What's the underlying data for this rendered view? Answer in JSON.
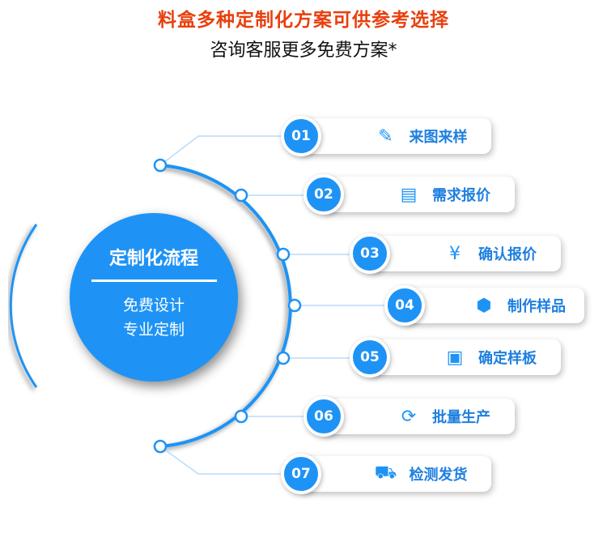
{
  "header": {
    "title": "料盒多种定制化方案可供参考选择",
    "subtitle": "咨询客服更多免费方案*"
  },
  "center": {
    "title": "定制化流程",
    "line1": "免费设计",
    "line2": "专业定制"
  },
  "accent": "#1e93f5",
  "steps": [
    {
      "num": "01",
      "label": "来图来样",
      "icon": "design-pen-icon"
    },
    {
      "num": "02",
      "label": "需求报价",
      "icon": "quote-document-icon"
    },
    {
      "num": "03",
      "label": "确认报价",
      "icon": "yen-confirm-icon"
    },
    {
      "num": "04",
      "label": "制作样品",
      "icon": "cube-network-icon"
    },
    {
      "num": "05",
      "label": "确定样板",
      "icon": "sample-document-icon"
    },
    {
      "num": "06",
      "label": "批量生产",
      "icon": "production-cycle-icon"
    },
    {
      "num": "07",
      "label": "检测发货",
      "icon": "delivery-truck-icon"
    }
  ]
}
